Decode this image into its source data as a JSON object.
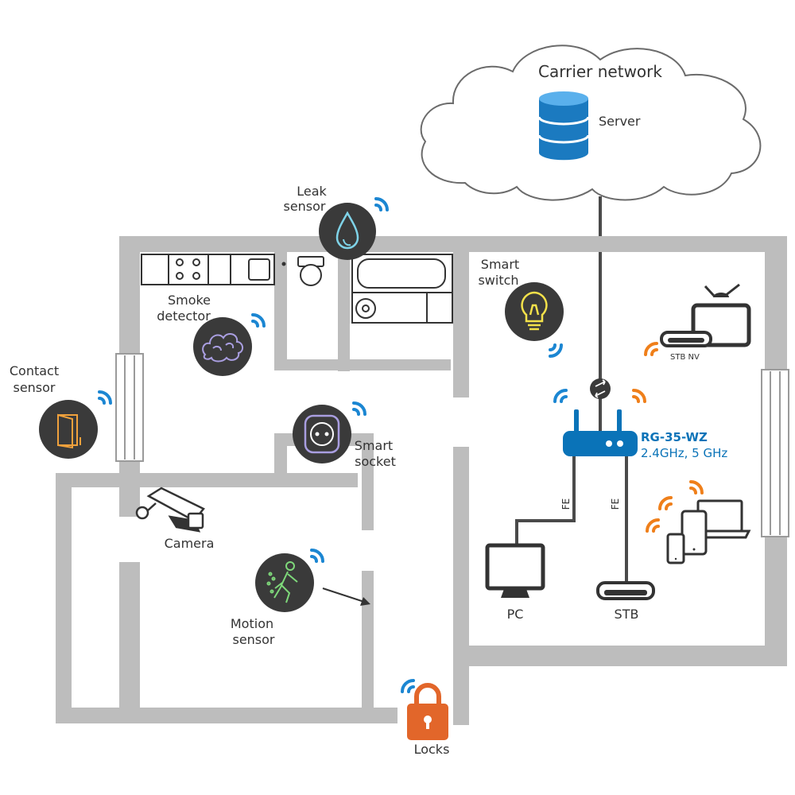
{
  "colors": {
    "wall": "#bdbdbd",
    "wifi_blue": "#1b86d2",
    "wifi_orange": "#ef7f1a",
    "router_blue": "#0a73b8",
    "sensor_dark": "#3a3a3a",
    "lock_orange": "#e2662a",
    "cable": "#4a4a4a"
  },
  "cloud": {
    "title": "Carrier network",
    "server_label": "Server"
  },
  "router": {
    "model": "RG-35-WZ",
    "bands": "2.4GHz, 5 GHz"
  },
  "links": {
    "fe_pc": "FE",
    "fe_stb": "FE"
  },
  "devices": {
    "pc": "PC",
    "stb": "STB",
    "stb_nv": "STB NV"
  },
  "sensors": {
    "leak": [
      "Leak",
      "sensor"
    ],
    "smoke": [
      "Smoke",
      "detector"
    ],
    "contact": [
      "Contact",
      "sensor"
    ],
    "socket": [
      "Smart",
      "socket"
    ],
    "switch": [
      "Smart",
      "switch"
    ],
    "camera": "Camera",
    "motion": [
      "Motion",
      "sensor"
    ],
    "locks": "Locks"
  },
  "icons": {
    "server": "database-icon",
    "leak": "water-drop-icon",
    "smoke": "smoke-icon",
    "contact": "door-icon",
    "socket": "power-socket-icon",
    "switch": "light-bulb-icon",
    "camera": "cctv-camera-icon",
    "motion": "running-person-icon",
    "locks": "padlock-icon",
    "sync": "sync-arrows-icon"
  }
}
